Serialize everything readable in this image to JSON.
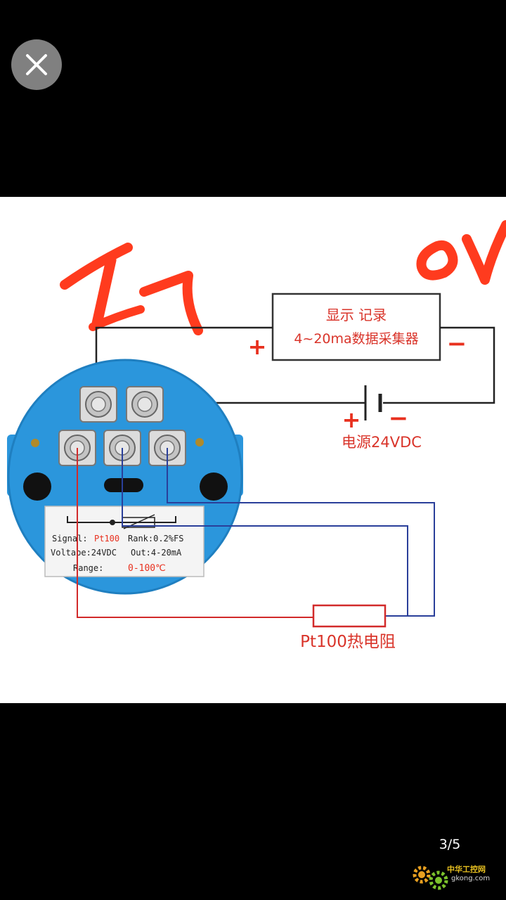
{
  "viewer": {
    "page_counter": "3/5",
    "close_icon": "close-icon"
  },
  "watermark": {
    "line1": "中华工控网",
    "line2": "gkong.com"
  },
  "diagram": {
    "handwriting_left": "I7",
    "handwriting_right": "0V",
    "recorder_line1": "显示  记录",
    "recorder_line2": "4~20ma数据采集器",
    "recorder_plus": "+",
    "recorder_minus": "−",
    "battery_plus": "+",
    "battery_minus": "−",
    "power_label": "电源24VDC",
    "sensor_label": "Pt100热电阻",
    "plate_signal_prefix": "Signal:",
    "plate_signal_value": "Pt100",
    "plate_rank": "Rank:0.2%FS",
    "plate_voltage": "Voltabe:24VDC",
    "plate_out": "Out:4-20mA",
    "plate_range_prefix": "Range:",
    "plate_range_value": "0-100℃"
  },
  "colors": {
    "accent_red": "#e8301e",
    "module_blue": "#2b96dc",
    "wire_blue": "#2a3f9a",
    "wire_black": "#222222"
  }
}
